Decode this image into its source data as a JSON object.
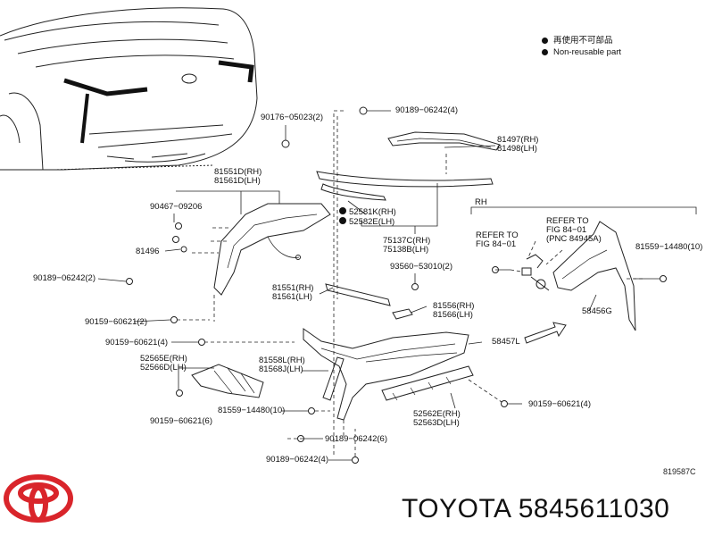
{
  "legend": {
    "items": [
      {
        "text": "再使用不可部品"
      },
      {
        "text": "Non-reusable part"
      }
    ]
  },
  "labels": {
    "p90176": "90176−05023(2)",
    "p90189_top": "90189−06242(4)",
    "p81497": "81497(RH)",
    "p81498": "81498(LH)",
    "p81551D": "81551D(RH)",
    "p81561D": "81561D(LH)",
    "p90467": "90467−09206",
    "p52581K": "52581K(RH)",
    "p52582E": "52582E(LH)",
    "p75137C": "75137C(RH)",
    "p75138B": "75138B(LH)",
    "rh": "RH",
    "refer1a": "REFER TO",
    "refer1b": "FIG 84−01",
    "refer2a": "REFER TO",
    "refer2b": "FIG 84−01",
    "refer2c": "(PNC 84945A)",
    "p81559_right": "81559−14480(10)",
    "p81496": "81496",
    "p93560": "93560−53010(2)",
    "p90189_left": "90189−06242(2)",
    "p81551": "81551(RH)",
    "p81561": "81561(LH)",
    "p81556": "81556(RH)",
    "p81566": "81566(LH)",
    "p58456G": "58456G",
    "p90159_2": "90159−60621(2)",
    "p90159_4a": "90159−60621(4)",
    "p58457L": "58457L",
    "p52565E": "52565E(RH)",
    "p52566D": "52566D(LH)",
    "p81558L": "81558L(RH)",
    "p81568J": "81568J(LH)",
    "p90159_6": "90159−60621(6)",
    "p81559_bottom": "81559−14480(10)",
    "p90159_4b": "90159−60621(4)",
    "p52562E": "52562E(RH)",
    "p52563D": "52563D(LH)",
    "p90189_6": "90189−06242(6)",
    "p90189_4b": "90189−06242(4)"
  },
  "ref_code": "819587C",
  "part_number": "TOYOTA 5845611030",
  "colors": {
    "line": "#222222",
    "brand_red": "#d9252b",
    "background": "#ffffff"
  }
}
